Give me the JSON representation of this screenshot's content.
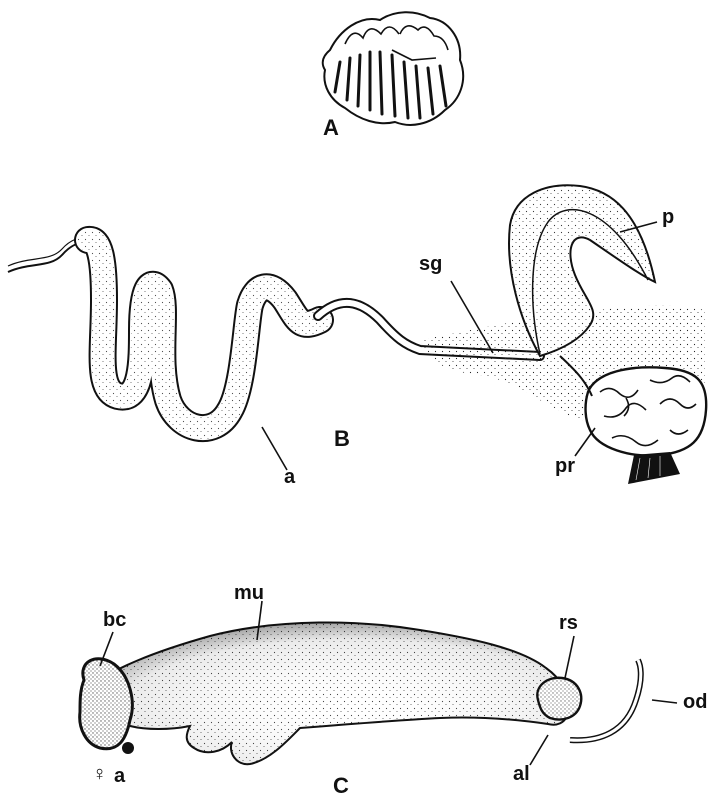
{
  "figure": {
    "panels": {
      "a": "A",
      "b": "B",
      "c": "C"
    },
    "panel_b_labels": {
      "sg": "sg",
      "p": "p",
      "a": "a",
      "pr": "pr"
    },
    "panel_c_labels": {
      "mu": "mu",
      "bc": "bc",
      "rs": "rs",
      "od": "od",
      "al": "al",
      "female_symbol": "♀",
      "a": "a"
    },
    "colors": {
      "ink": "#111111",
      "paper": "#ffffff"
    }
  }
}
